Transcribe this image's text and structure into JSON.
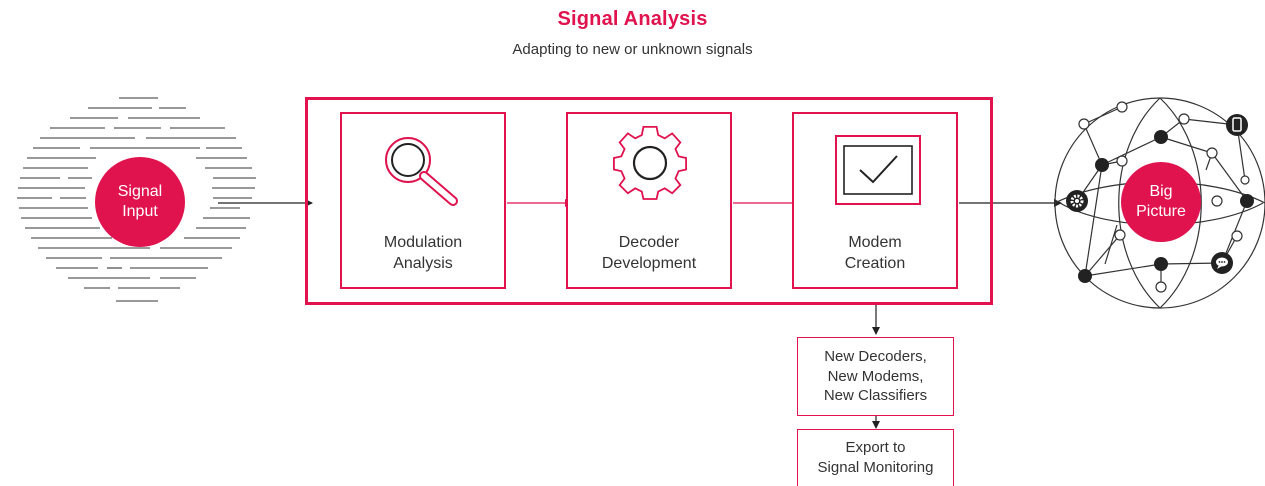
{
  "header": {
    "title": "Signal Analysis",
    "subtitle": "Adapting to new or unknown signals"
  },
  "colors": {
    "accent": "#e0134f",
    "text": "#333333",
    "line": "#222222"
  },
  "input": {
    "line1": "Signal",
    "line2": "Input"
  },
  "stages": [
    {
      "icon": "magnifier-icon",
      "line1": "Modulation",
      "line2": "Analysis"
    },
    {
      "icon": "gear-icon",
      "line1": "Decoder",
      "line2": "Development"
    },
    {
      "icon": "checkmark-monitor-icon",
      "line1": "Modem",
      "line2": "Creation"
    }
  ],
  "outputs": [
    {
      "lines": [
        "New Decoders,",
        "New Modems,",
        "New Classifiers"
      ]
    },
    {
      "lines": [
        "Export to",
        "Signal Monitoring"
      ]
    }
  ],
  "result": {
    "line1": "Big",
    "line2": "Picture",
    "icons": [
      "phone-icon",
      "gear-icon",
      "chat-bubble-icon"
    ]
  }
}
